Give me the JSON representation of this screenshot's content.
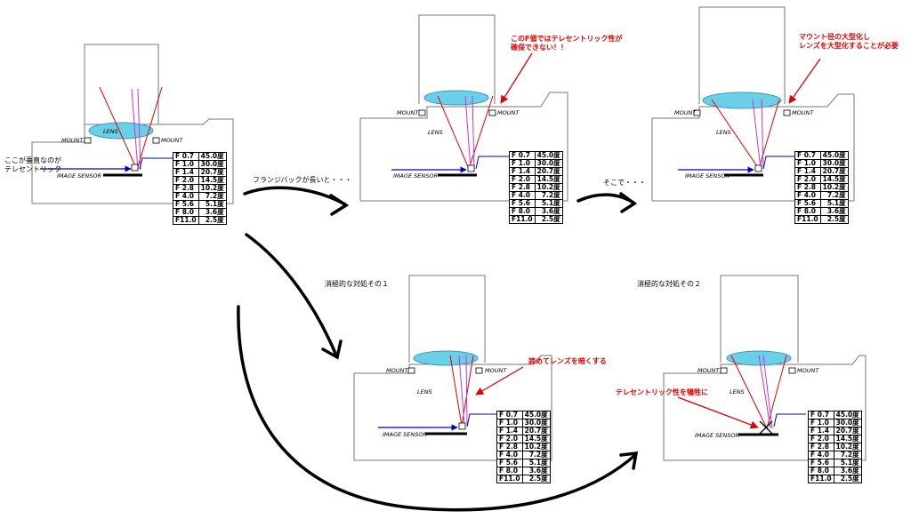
{
  "labels": {
    "lens": "LENS",
    "mount": "MOUNT",
    "image_sensor": "IMAGE SENSOR"
  },
  "captions": {
    "telecentric_here": "ここが垂直なのが\nテレセントリック",
    "flange_long": "フランジバックが長いと・・・",
    "soko_de": "そこで・・・",
    "passive_1": "消極的な対処その１",
    "passive_2": "消極的な対処その２"
  },
  "annotations": {
    "cannot_secure": "このF値ではテレセントリック性が\n確保できない！！",
    "enlarge_mount": "マウント径の大型化し\nレンズを大型化することが必要",
    "stop_down": "諦めてレンズを暗くする",
    "sacrifice": "テレセントリック性を犠牲に"
  },
  "fnumber_table": [
    {
      "f": "F 0.7",
      "deg": "45.0度"
    },
    {
      "f": "F 1.0",
      "deg": "30.0度"
    },
    {
      "f": "F 1.4",
      "deg": "20.7度"
    },
    {
      "f": "F 2.0",
      "deg": "14.5度"
    },
    {
      "f": "F 2.8",
      "deg": "10.2度"
    },
    {
      "f": "F 4.0",
      "deg": "7.2度"
    },
    {
      "f": "F 5.6",
      "deg": "5.1度"
    },
    {
      "f": "F 8.0",
      "deg": "3.6度"
    },
    {
      "f": "F11.0",
      "deg": "2.5度"
    }
  ],
  "colors": {
    "lens_fill": "#6ccfe8",
    "red_ray": "#e60000",
    "magenta_ray": "#cc33cc",
    "blue_line": "#0000cc",
    "sensor": "#000000"
  }
}
